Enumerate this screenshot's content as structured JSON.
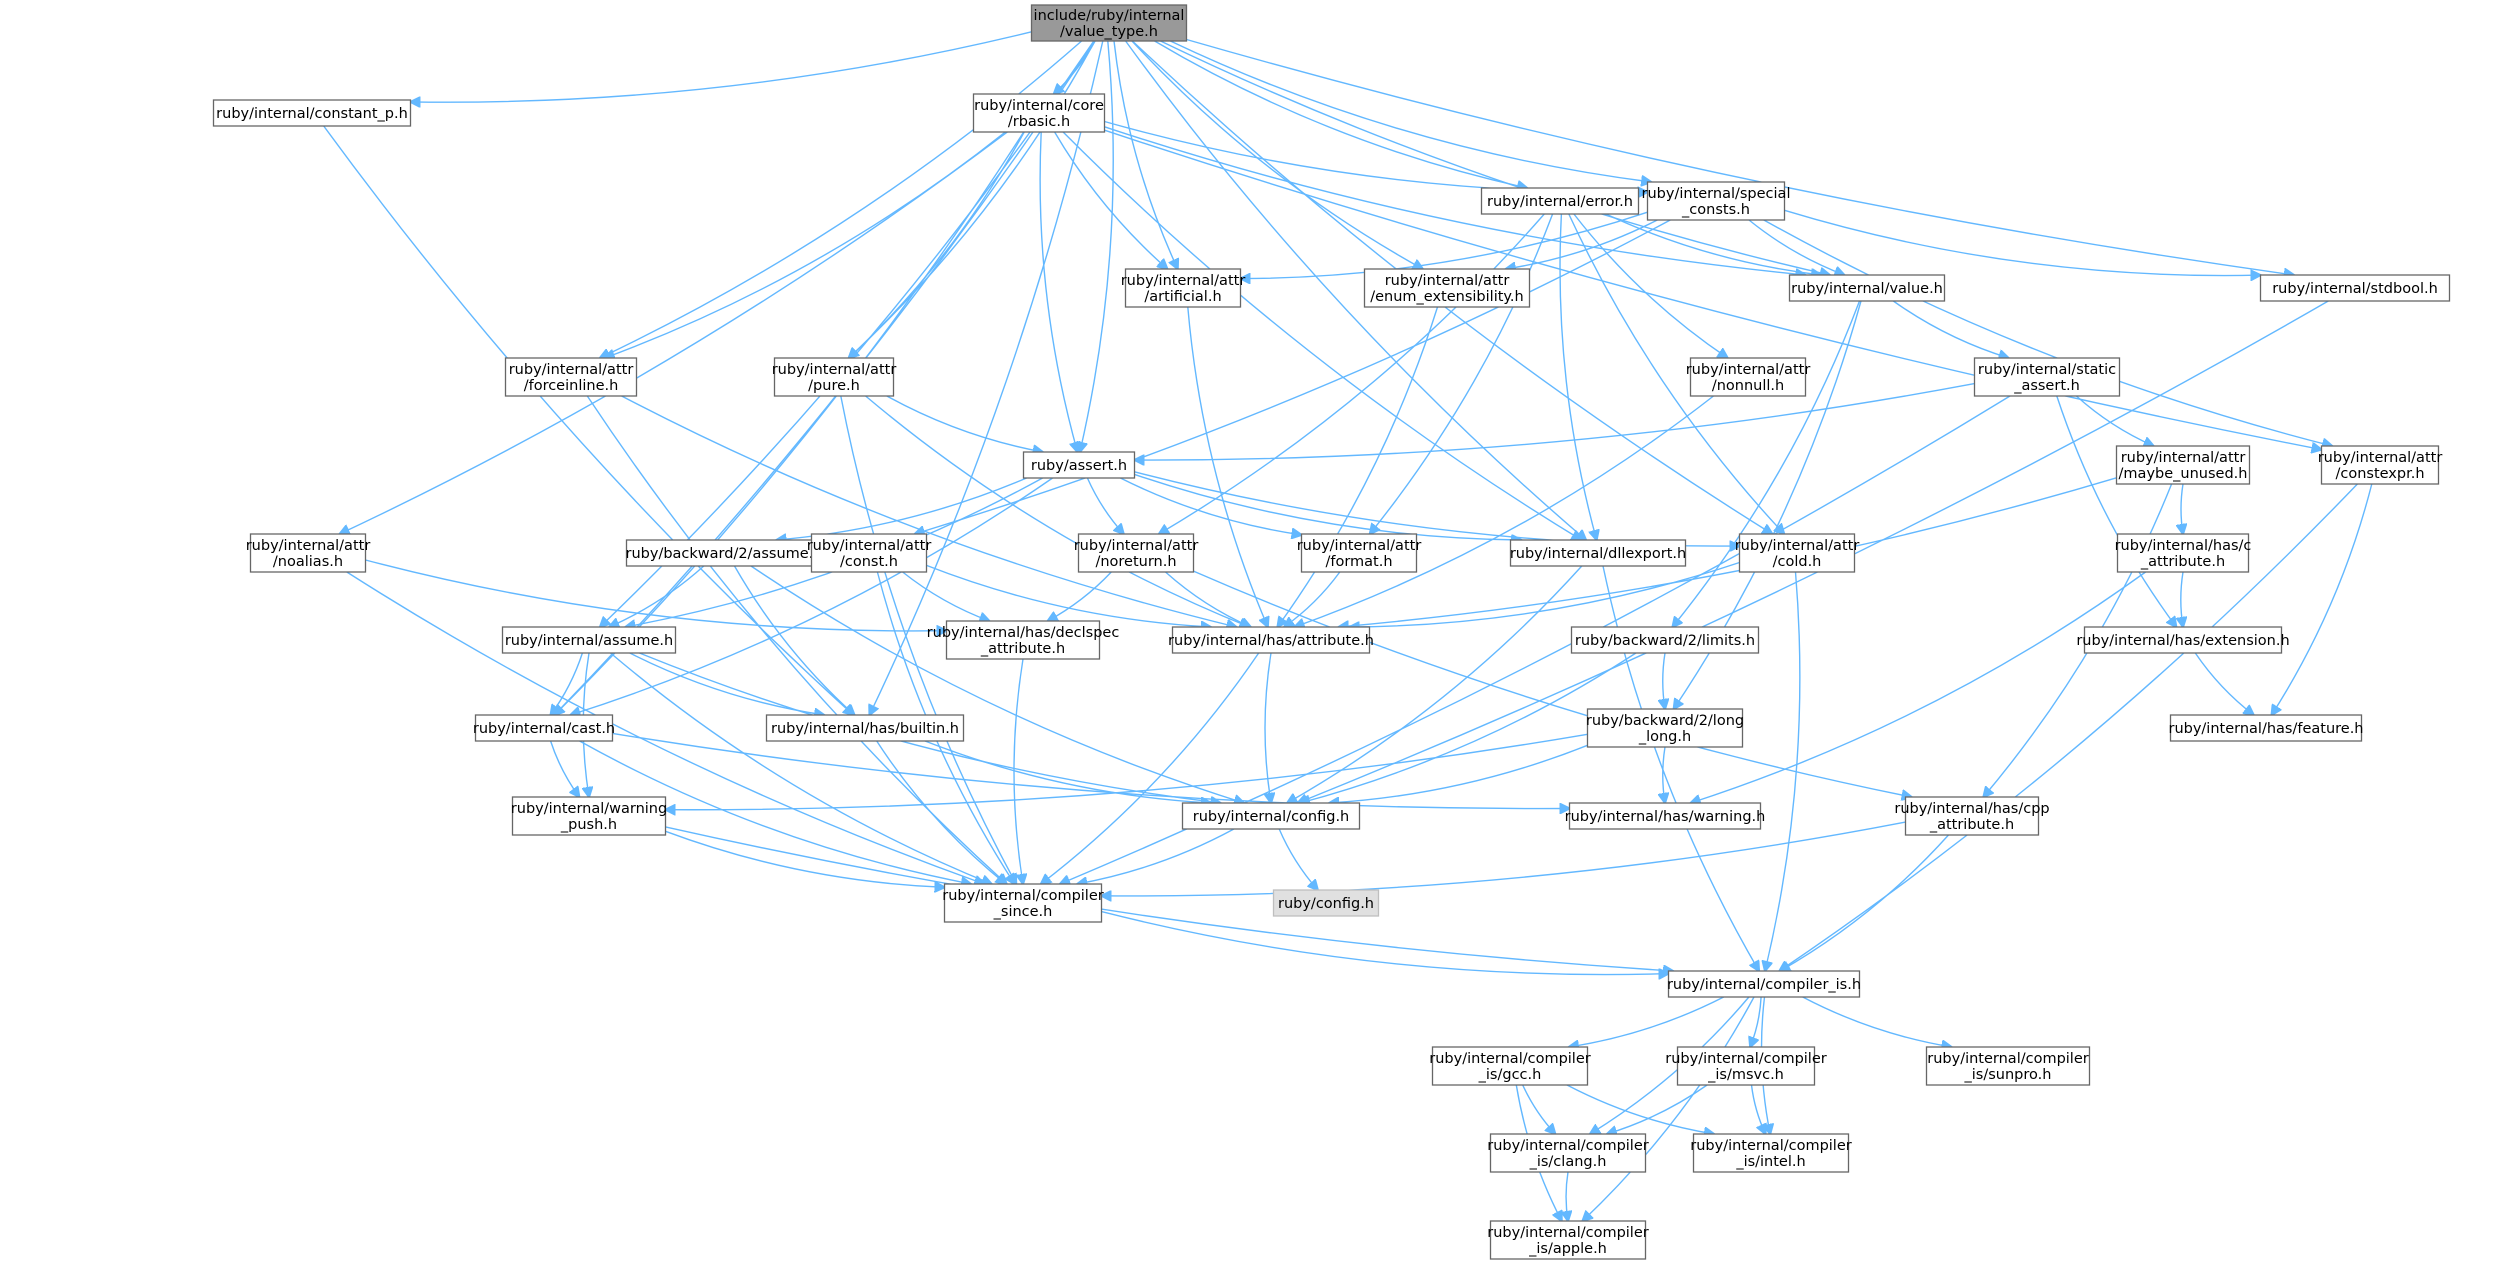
{
  "nodes": [
    {
      "id": "root",
      "lines": [
        "include/ruby/internal",
        "/value_type.h"
      ],
      "kind": "root"
    },
    {
      "id": "constant_p",
      "lines": [
        "ruby/internal/constant_p.h"
      ]
    },
    {
      "id": "rbasic",
      "lines": [
        "ruby/internal/core",
        "/rbasic.h"
      ]
    },
    {
      "id": "error",
      "lines": [
        "ruby/internal/error.h"
      ]
    },
    {
      "id": "special_consts",
      "lines": [
        "ruby/internal/special",
        "_consts.h"
      ]
    },
    {
      "id": "stdbool",
      "lines": [
        "ruby/internal/stdbool.h"
      ]
    },
    {
      "id": "artificial",
      "lines": [
        "ruby/internal/attr",
        "/artificial.h"
      ]
    },
    {
      "id": "enum_ext",
      "lines": [
        "ruby/internal/attr",
        "/enum_extensibility.h"
      ]
    },
    {
      "id": "value",
      "lines": [
        "ruby/internal/value.h"
      ]
    },
    {
      "id": "forceinline",
      "lines": [
        "ruby/internal/attr",
        "/forceinline.h"
      ]
    },
    {
      "id": "pure",
      "lines": [
        "ruby/internal/attr",
        "/pure.h"
      ]
    },
    {
      "id": "nonnull",
      "lines": [
        "ruby/internal/attr",
        "/nonnull.h"
      ]
    },
    {
      "id": "static_assert",
      "lines": [
        "ruby/internal/static",
        "_assert.h"
      ]
    },
    {
      "id": "assert",
      "lines": [
        "ruby/assert.h"
      ]
    },
    {
      "id": "maybe_unused",
      "lines": [
        "ruby/internal/attr",
        "/maybe_unused.h"
      ]
    },
    {
      "id": "constexpr",
      "lines": [
        "ruby/internal/attr",
        "/constexpr.h"
      ]
    },
    {
      "id": "noalias",
      "lines": [
        "ruby/internal/attr",
        "/noalias.h"
      ]
    },
    {
      "id": "bw_assume",
      "lines": [
        "ruby/backward/2/assume.h"
      ]
    },
    {
      "id": "const",
      "lines": [
        "ruby/internal/attr",
        "/const.h"
      ]
    },
    {
      "id": "noreturn",
      "lines": [
        "ruby/internal/attr",
        "/noreturn.h"
      ]
    },
    {
      "id": "format",
      "lines": [
        "ruby/internal/attr",
        "/format.h"
      ]
    },
    {
      "id": "dllexport",
      "lines": [
        "ruby/internal/dllexport.h"
      ]
    },
    {
      "id": "cold",
      "lines": [
        "ruby/internal/attr",
        "/cold.h"
      ]
    },
    {
      "id": "has_c_attr",
      "lines": [
        "ruby/internal/has/c",
        "_attribute.h"
      ]
    },
    {
      "id": "assume",
      "lines": [
        "ruby/internal/assume.h"
      ]
    },
    {
      "id": "declspec",
      "lines": [
        "ruby/internal/has/declspec",
        "_attribute.h"
      ]
    },
    {
      "id": "has_attribute",
      "lines": [
        "ruby/internal/has/attribute.h"
      ]
    },
    {
      "id": "limits",
      "lines": [
        "ruby/backward/2/limits.h"
      ]
    },
    {
      "id": "has_extension",
      "lines": [
        "ruby/internal/has/extension.h"
      ]
    },
    {
      "id": "cast",
      "lines": [
        "ruby/internal/cast.h"
      ]
    },
    {
      "id": "builtin",
      "lines": [
        "ruby/internal/has/builtin.h"
      ]
    },
    {
      "id": "long_long",
      "lines": [
        "ruby/backward/2/long",
        "_long.h"
      ]
    },
    {
      "id": "has_feature",
      "lines": [
        "ruby/internal/has/feature.h"
      ]
    },
    {
      "id": "warning_push",
      "lines": [
        "ruby/internal/warning",
        "_push.h"
      ]
    },
    {
      "id": "config",
      "lines": [
        "ruby/internal/config.h"
      ]
    },
    {
      "id": "has_warning",
      "lines": [
        "ruby/internal/has/warning.h"
      ]
    },
    {
      "id": "cpp_attr",
      "lines": [
        "ruby/internal/has/cpp",
        "_attribute.h"
      ]
    },
    {
      "id": "compiler_since",
      "lines": [
        "ruby/internal/compiler",
        "_since.h"
      ]
    },
    {
      "id": "ruby_config",
      "lines": [
        "ruby/config.h"
      ],
      "kind": "ext"
    },
    {
      "id": "compiler_is",
      "lines": [
        "ruby/internal/compiler_is.h"
      ]
    },
    {
      "id": "gcc",
      "lines": [
        "ruby/internal/compiler",
        "_is/gcc.h"
      ]
    },
    {
      "id": "msvc",
      "lines": [
        "ruby/internal/compiler",
        "_is/msvc.h"
      ]
    },
    {
      "id": "sunpro",
      "lines": [
        "ruby/internal/compiler",
        "_is/sunpro.h"
      ]
    },
    {
      "id": "clang",
      "lines": [
        "ruby/internal/compiler",
        "_is/clang.h"
      ]
    },
    {
      "id": "intel",
      "lines": [
        "ruby/internal/compiler",
        "_is/intel.h"
      ]
    },
    {
      "id": "apple",
      "lines": [
        "ruby/internal/compiler",
        "_is/apple.h"
      ]
    }
  ],
  "edges": [
    [
      "root",
      "constant_p"
    ],
    [
      "root",
      "rbasic"
    ],
    [
      "root",
      "error"
    ],
    [
      "root",
      "special_consts"
    ],
    [
      "root",
      "stdbool"
    ],
    [
      "root",
      "artificial"
    ],
    [
      "root",
      "enum_ext"
    ],
    [
      "root",
      "value"
    ],
    [
      "root",
      "forceinline"
    ],
    [
      "root",
      "pure"
    ],
    [
      "root",
      "assert"
    ],
    [
      "root",
      "dllexport"
    ],
    [
      "root",
      "cold"
    ],
    [
      "root",
      "assume"
    ],
    [
      "root",
      "cast"
    ],
    [
      "root",
      "builtin"
    ],
    [
      "constant_p",
      "builtin"
    ],
    [
      "rbasic",
      "artificial"
    ],
    [
      "rbasic",
      "forceinline"
    ],
    [
      "rbasic",
      "pure"
    ],
    [
      "rbasic",
      "assert"
    ],
    [
      "rbasic",
      "noalias"
    ],
    [
      "rbasic",
      "cast"
    ],
    [
      "rbasic",
      "dllexport"
    ],
    [
      "rbasic",
      "special_consts"
    ],
    [
      "rbasic",
      "value"
    ],
    [
      "rbasic",
      "constexpr"
    ],
    [
      "error",
      "value"
    ],
    [
      "error",
      "noreturn"
    ],
    [
      "error",
      "format"
    ],
    [
      "error",
      "nonnull"
    ],
    [
      "error",
      "cold"
    ],
    [
      "error",
      "dllexport"
    ],
    [
      "special_consts",
      "artificial"
    ],
    [
      "special_consts",
      "enum_ext"
    ],
    [
      "special_consts",
      "value"
    ],
    [
      "special_consts",
      "stdbool"
    ],
    [
      "special_consts",
      "constexpr"
    ],
    [
      "special_consts",
      "const"
    ],
    [
      "stdbool",
      "config"
    ],
    [
      "artificial",
      "has_attribute"
    ],
    [
      "enum_ext",
      "has_attribute"
    ],
    [
      "value",
      "static_assert"
    ],
    [
      "value",
      "long_long"
    ],
    [
      "value",
      "limits"
    ],
    [
      "forceinline",
      "compiler_since"
    ],
    [
      "forceinline",
      "has_attribute"
    ],
    [
      "pure",
      "assert"
    ],
    [
      "pure",
      "has_attribute"
    ],
    [
      "pure",
      "compiler_since"
    ],
    [
      "nonnull",
      "has_attribute"
    ],
    [
      "static_assert",
      "assert"
    ],
    [
      "static_assert",
      "maybe_unused"
    ],
    [
      "static_assert",
      "compiler_since"
    ],
    [
      "static_assert",
      "has_extension"
    ],
    [
      "assert",
      "assume"
    ],
    [
      "assert",
      "bw_assume"
    ],
    [
      "assert",
      "cast"
    ],
    [
      "assert",
      "noreturn"
    ],
    [
      "assert",
      "format"
    ],
    [
      "assert",
      "dllexport"
    ],
    [
      "assert",
      "cold"
    ],
    [
      "maybe_unused",
      "has_c_attr"
    ],
    [
      "maybe_unused",
      "has_attribute"
    ],
    [
      "maybe_unused",
      "cpp_attr"
    ],
    [
      "constexpr",
      "has_feature"
    ],
    [
      "constexpr",
      "compiler_is"
    ],
    [
      "noalias",
      "declspec"
    ],
    [
      "noalias",
      "compiler_since"
    ],
    [
      "bw_assume",
      "assume"
    ],
    [
      "bw_assume",
      "builtin"
    ],
    [
      "bw_assume",
      "config"
    ],
    [
      "const",
      "declspec"
    ],
    [
      "const",
      "has_attribute"
    ],
    [
      "const",
      "compiler_since"
    ],
    [
      "noreturn",
      "declspec"
    ],
    [
      "noreturn",
      "has_attribute"
    ],
    [
      "noreturn",
      "cpp_attr"
    ],
    [
      "format",
      "has_attribute"
    ],
    [
      "dllexport",
      "config"
    ],
    [
      "dllexport",
      "compiler_is"
    ],
    [
      "cold",
      "has_attribute"
    ],
    [
      "cold",
      "compiler_is"
    ],
    [
      "has_c_attr",
      "has_extension"
    ],
    [
      "has_c_attr",
      "has_warning"
    ],
    [
      "assume",
      "cast"
    ],
    [
      "assume",
      "builtin"
    ],
    [
      "assume",
      "warning_push"
    ],
    [
      "assume",
      "compiler_since"
    ],
    [
      "assume",
      "config"
    ],
    [
      "declspec",
      "compiler_since"
    ],
    [
      "has_attribute",
      "config"
    ],
    [
      "has_attribute",
      "compiler_since"
    ],
    [
      "limits",
      "long_long"
    ],
    [
      "limits",
      "config"
    ],
    [
      "has_extension",
      "has_feature"
    ],
    [
      "cast",
      "warning_push"
    ],
    [
      "cast",
      "has_warning"
    ],
    [
      "cast",
      "compiler_since"
    ],
    [
      "builtin",
      "config"
    ],
    [
      "builtin",
      "compiler_since"
    ],
    [
      "long_long",
      "warning_push"
    ],
    [
      "long_long",
      "has_warning"
    ],
    [
      "long_long",
      "config"
    ],
    [
      "warning_push",
      "compiler_since"
    ],
    [
      "warning_push",
      "compiler_is"
    ],
    [
      "config",
      "ruby_config"
    ],
    [
      "config",
      "compiler_since"
    ],
    [
      "cpp_attr",
      "compiler_since"
    ],
    [
      "cpp_attr",
      "compiler_is"
    ],
    [
      "compiler_since",
      "compiler_is"
    ],
    [
      "compiler_is",
      "gcc"
    ],
    [
      "compiler_is",
      "msvc"
    ],
    [
      "compiler_is",
      "sunpro"
    ],
    [
      "compiler_is",
      "clang"
    ],
    [
      "compiler_is",
      "intel"
    ],
    [
      "compiler_is",
      "apple"
    ],
    [
      "gcc",
      "clang"
    ],
    [
      "gcc",
      "intel"
    ],
    [
      "gcc",
      "apple"
    ],
    [
      "msvc",
      "clang"
    ],
    [
      "msvc",
      "intel"
    ],
    [
      "clang",
      "apple"
    ]
  ]
}
